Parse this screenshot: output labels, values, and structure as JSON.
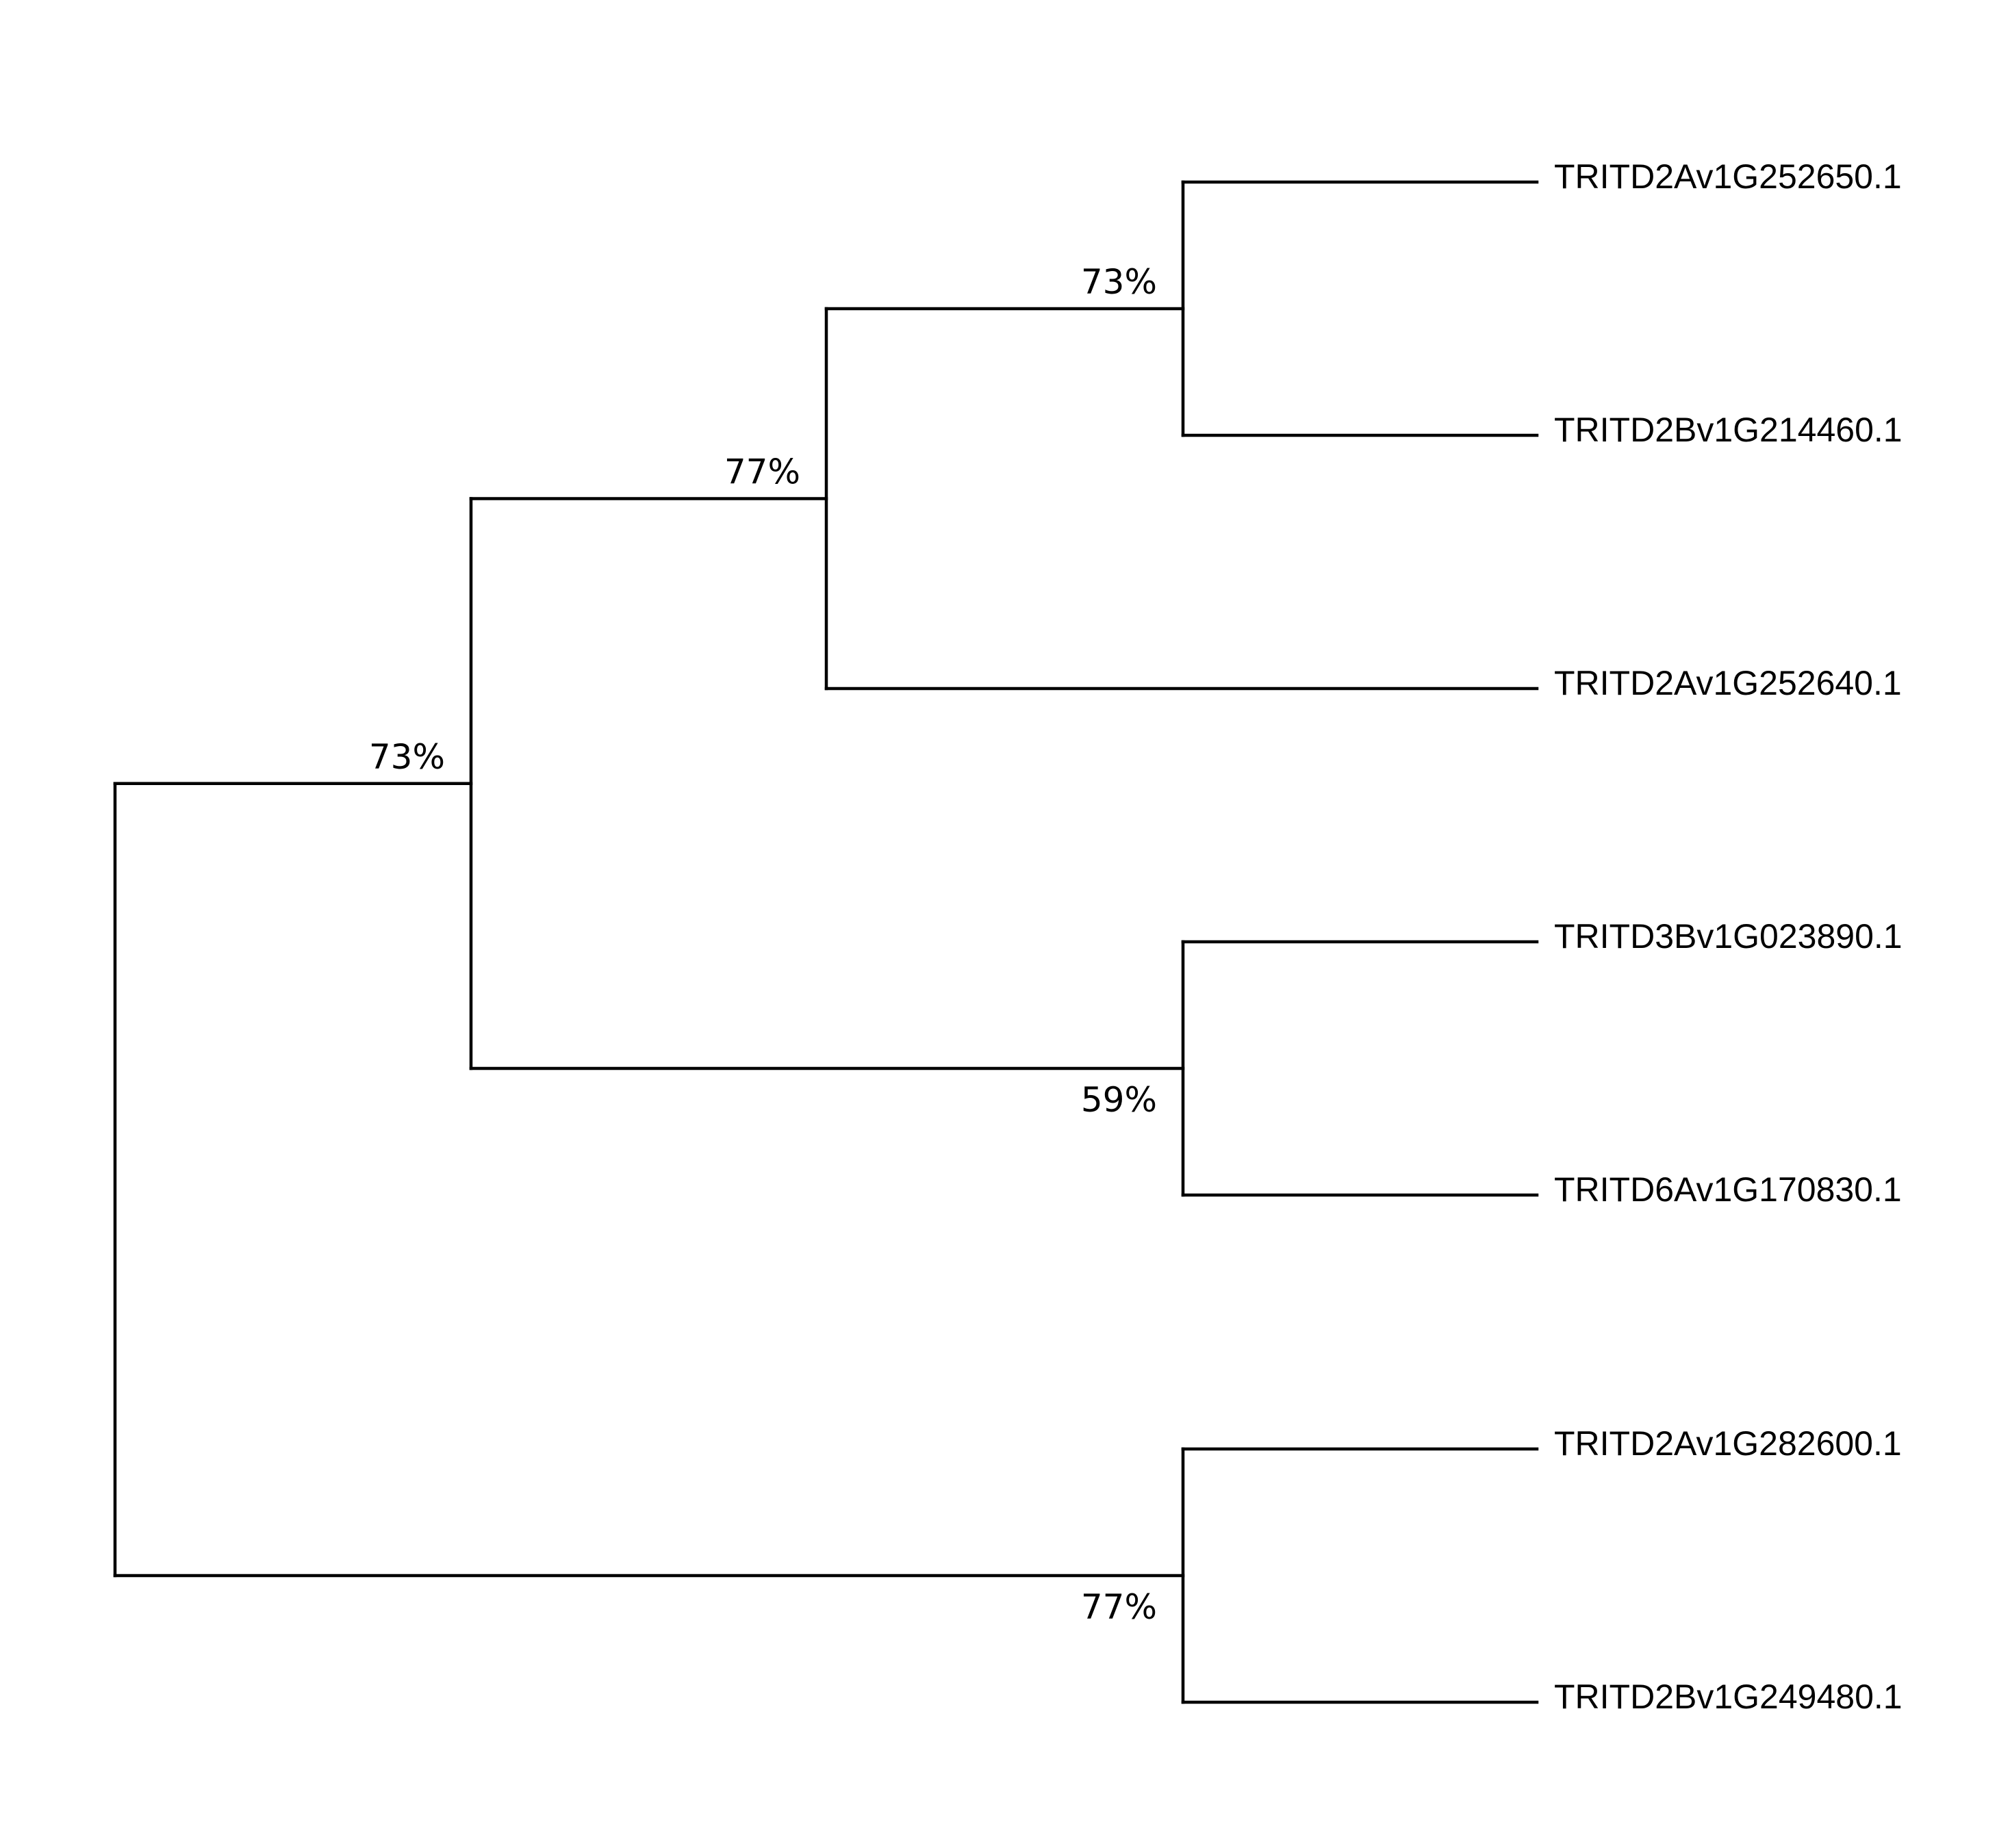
{
  "tree": {
    "leaves": [
      {
        "id": "L1",
        "label": "TRITD2Av1G252650.1"
      },
      {
        "id": "L2",
        "label": "TRITD2Bv1G214460.1"
      },
      {
        "id": "L3",
        "label": "TRITD2Av1G252640.1"
      },
      {
        "id": "L4",
        "label": "TRITD3Bv1G023890.1"
      },
      {
        "id": "L5",
        "label": "TRITD6Av1G170830.1"
      },
      {
        "id": "L6",
        "label": "TRITD2Av1G282600.1"
      },
      {
        "id": "L7",
        "label": "TRITD2Bv1G249480.1"
      }
    ],
    "internal_nodes": [
      {
        "id": "N_L1_L2",
        "children": [
          "L1",
          "L2"
        ],
        "support": "73%"
      },
      {
        "id": "N_L1_L3",
        "children": [
          "N_L1_L2",
          "L3"
        ],
        "support": "77%"
      },
      {
        "id": "N_L4_L5",
        "children": [
          "L4",
          "L5"
        ],
        "support": "59%"
      },
      {
        "id": "N_L1_L5",
        "children": [
          "N_L1_L3",
          "N_L4_L5"
        ],
        "support": "73%"
      },
      {
        "id": "N_L6_L7",
        "children": [
          "L6",
          "L7"
        ],
        "support": "77%"
      },
      {
        "id": "ROOT",
        "children": [
          "N_L1_L5",
          "N_L6_L7"
        ],
        "support": ""
      }
    ],
    "line_color": "#000000"
  }
}
